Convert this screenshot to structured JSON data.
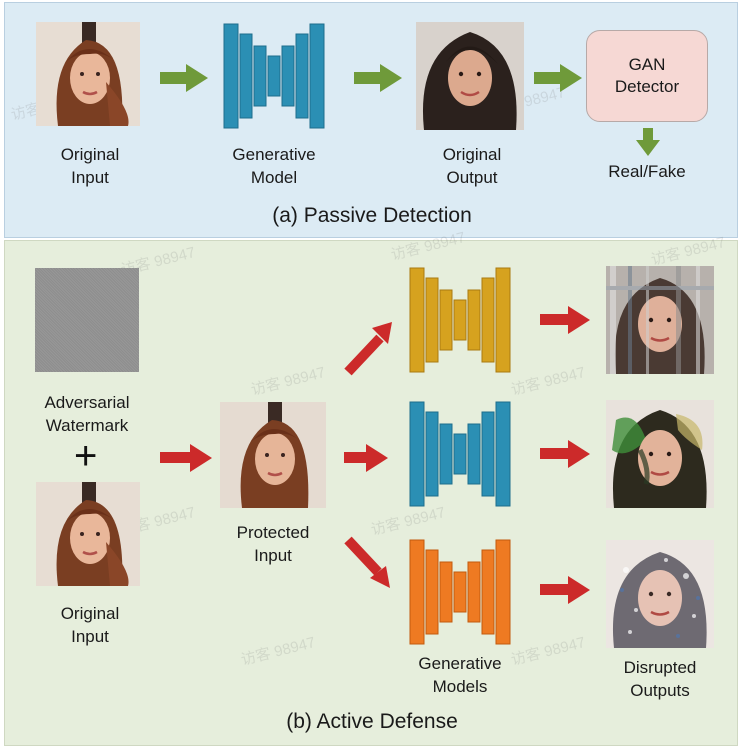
{
  "passive": {
    "caption": "(a) Passive Detection",
    "original_input_label": "Original\nInput",
    "generative_model_label": "Generative\nModel",
    "original_output_label": "Original\nOutput",
    "gan_detector_label": "GAN\nDetector",
    "result_label": "Real/Fake"
  },
  "active": {
    "caption": "(b) Active Defense",
    "watermark_label": "Adversarial\nWatermark",
    "plus": "+",
    "original_input_label": "Original\nInput",
    "protected_input_label": "Protected\nInput",
    "generative_models_label": "Generative\nModels",
    "disrupted_outputs_label": "Disrupted\nOutputs"
  },
  "watermark_text": "访客 98947",
  "colors": {
    "passive_bg": "#dcebf4",
    "active_bg": "#e6eedc",
    "model_blue": "#2b8fb4",
    "model_yellow": "#d6a21f",
    "model_orange": "#ee7a22",
    "arrow_green": "#6f9a3a",
    "arrow_red": "#cc2a2a",
    "gan_box": "#f6d8d4"
  }
}
